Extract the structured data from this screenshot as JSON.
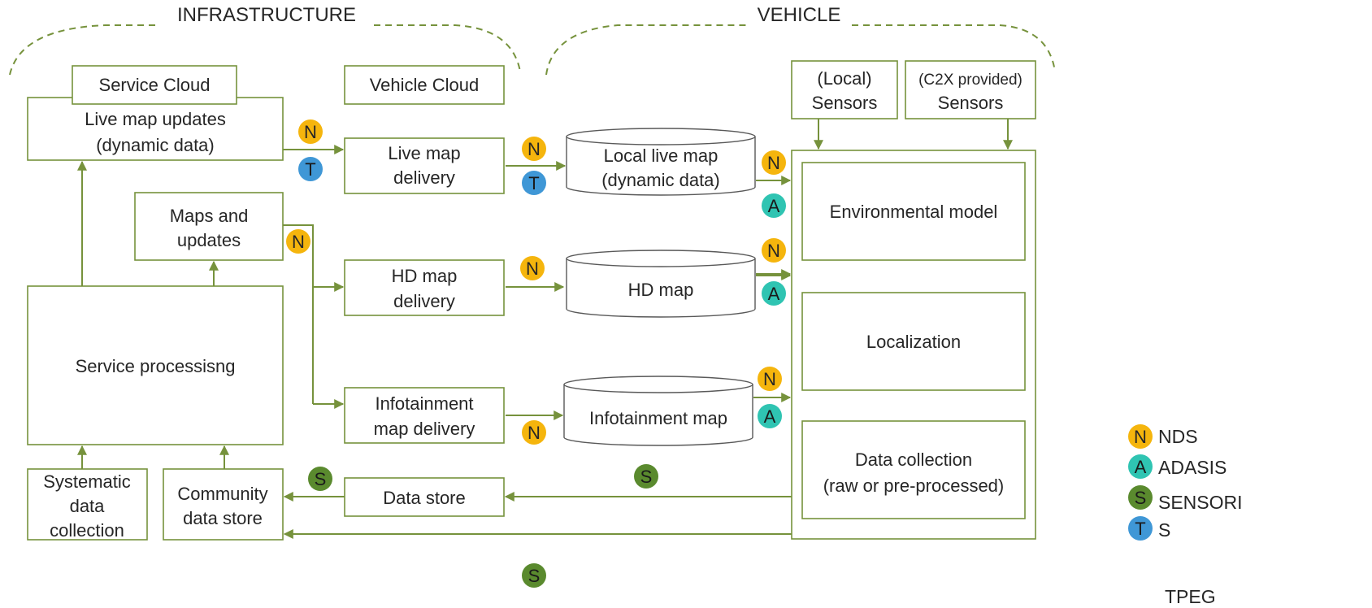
{
  "headings": {
    "infrastructure": "INFRASTRUCTURE",
    "vehicle": "VEHICLE"
  },
  "boxes": {
    "service_cloud": "Service Cloud",
    "vehicle_cloud": "Vehicle Cloud",
    "live_map_updates": [
      "Live map updates",
      "(dynamic data)"
    ],
    "maps_and_updates": [
      "Maps and",
      "updates"
    ],
    "service_processing": "Service processisng",
    "systematic_data_collection": [
      "Systematic",
      "data",
      "collection"
    ],
    "community_data_store": [
      "Community",
      "data store"
    ],
    "live_map_delivery": [
      "Live map",
      "delivery"
    ],
    "hd_map_delivery": [
      "HD map",
      "delivery"
    ],
    "infotainment_map_delivery": [
      "Infotainment",
      "map delivery"
    ],
    "data_store": "Data store",
    "local_sensors": [
      "(Local)",
      "Sensors"
    ],
    "c2x_sensors": [
      "(C2X provided)",
      "Sensors"
    ],
    "environmental_model": "Environmental model",
    "localization": "Localization",
    "data_collection": [
      "Data collection",
      "(raw or pre-processed)"
    ]
  },
  "databases": {
    "local_live_map": [
      "Local live map",
      "(dynamic data)"
    ],
    "hd_map": "HD map",
    "infotainment_map": "Infotainment   map"
  },
  "badges": {
    "N": {
      "letter": "N",
      "color": "#f5b50d"
    },
    "A": {
      "letter": "A",
      "color": "#2fc4b2"
    },
    "S": {
      "letter": "S",
      "color": "#5a8a2e"
    },
    "T": {
      "letter": "T",
      "color": "#3f97d6"
    }
  },
  "legend": [
    {
      "badge": "N",
      "label": "NDS"
    },
    {
      "badge": "A",
      "label": "ADASIS"
    },
    {
      "badge": "S",
      "label": "SENSORI"
    },
    {
      "badge": "T",
      "label": "S"
    }
  ],
  "legend_overflow": "TPEG",
  "colors": {
    "connector": "#76923c",
    "text": "#262626"
  }
}
